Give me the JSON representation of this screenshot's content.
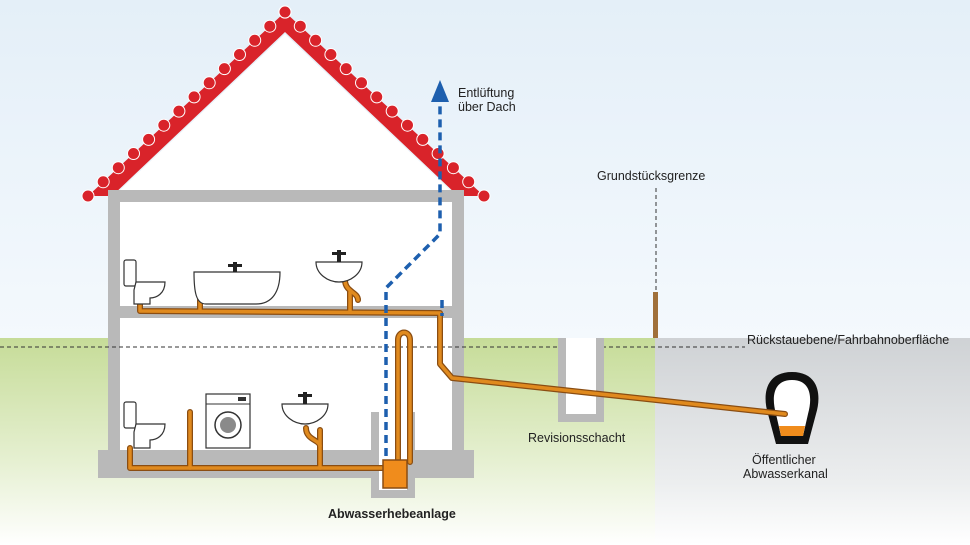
{
  "labels": {
    "vent_line1": "Entlüftung",
    "vent_line2": "über Dach",
    "property_boundary": "Grundstücksgrenze",
    "backflow_level": "Rückstauebene/Fahrbahnoberfläche",
    "inspection_shaft": "Revisionsschacht",
    "sewer_line1": "Öffentlicher",
    "sewer_line2": "Abwasserkanal",
    "lifting_station": "Abwasserhebeanlage"
  },
  "colors": {
    "sky_top": "#e3eff8",
    "ground_green": "#cfe0a8",
    "ground_gray": "#d9dbdd",
    "house_wall": "#b8b8b8",
    "roof_red": "#d9232a",
    "pipe_orange": "#e08a1e",
    "vent_blue": "#1d5fae",
    "pump_orange": "#f08c1c"
  }
}
